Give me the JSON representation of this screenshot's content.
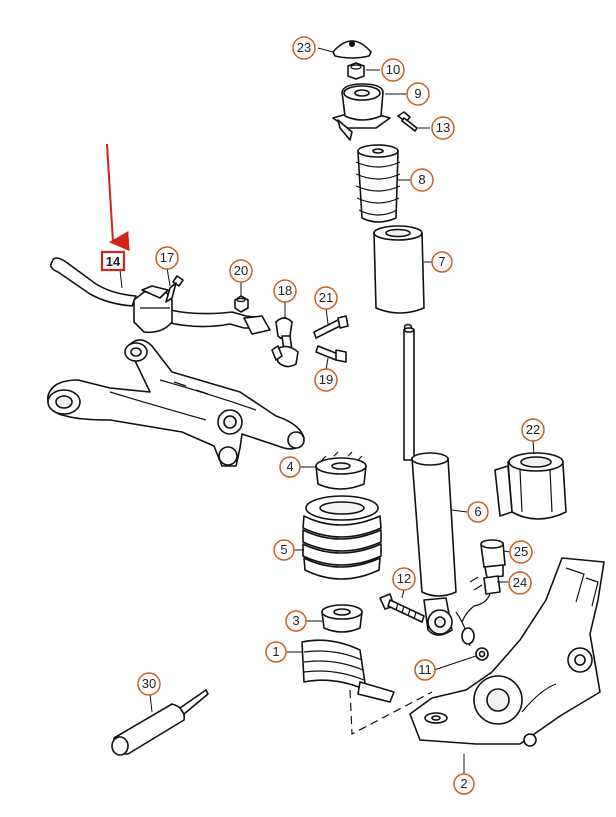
{
  "diagram": {
    "highlighted_part": "14",
    "highlight_color": "#d0241b",
    "callout_color": "#c8611d",
    "callouts": [
      {
        "id": "p23",
        "label": "23"
      },
      {
        "id": "p10",
        "label": "10"
      },
      {
        "id": "p9",
        "label": "9"
      },
      {
        "id": "p13",
        "label": "13"
      },
      {
        "id": "p8",
        "label": "8"
      },
      {
        "id": "p7",
        "label": "7"
      },
      {
        "id": "p14",
        "label": "14"
      },
      {
        "id": "p17",
        "label": "17"
      },
      {
        "id": "p20",
        "label": "20"
      },
      {
        "id": "p18",
        "label": "18"
      },
      {
        "id": "p21",
        "label": "21"
      },
      {
        "id": "p19",
        "label": "19"
      },
      {
        "id": "p22",
        "label": "22"
      },
      {
        "id": "p4",
        "label": "4"
      },
      {
        "id": "p6",
        "label": "6"
      },
      {
        "id": "p5",
        "label": "5"
      },
      {
        "id": "p25",
        "label": "25"
      },
      {
        "id": "p24",
        "label": "24"
      },
      {
        "id": "p12",
        "label": "12"
      },
      {
        "id": "p3",
        "label": "3"
      },
      {
        "id": "p1",
        "label": "1"
      },
      {
        "id": "p11",
        "label": "11"
      },
      {
        "id": "p30",
        "label": "30"
      },
      {
        "id": "p2",
        "label": "2"
      }
    ]
  }
}
